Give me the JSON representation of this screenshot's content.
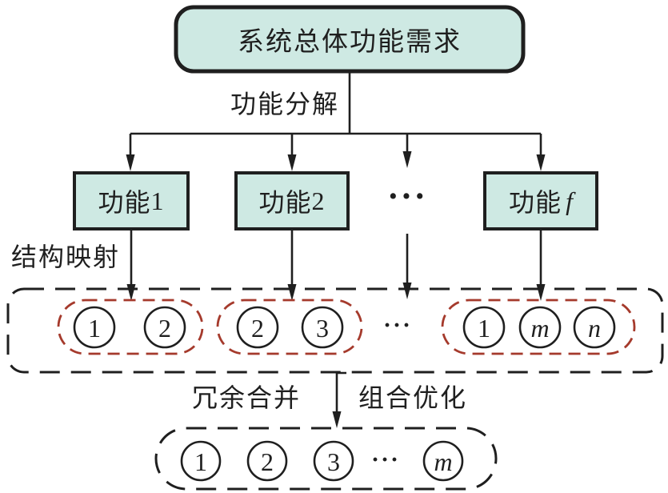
{
  "colors": {
    "ink": "#1f1f1f",
    "box_fill": "#cee9e3",
    "red_dash": "#a53a2c",
    "circle_fill": "#ffffff",
    "canvas_bg": "#ffffff"
  },
  "top_box": {
    "label": "系统总体功能需求"
  },
  "edge_labels": {
    "decompose": "功能分解",
    "mapping": "结构映射",
    "merge": "冗余合并",
    "optimize": "组合优化"
  },
  "function_row": {
    "boxes": [
      {
        "prefix": "功能",
        "suffix": "1"
      },
      {
        "prefix": "功能",
        "suffix": "2"
      },
      {
        "prefix": "功能",
        "suffix": "f"
      }
    ],
    "ellipsis": "···"
  },
  "structure_row": {
    "groups": [
      {
        "circles": [
          "1",
          "2"
        ]
      },
      {
        "circles": [
          "2",
          "3"
        ]
      },
      {
        "circles": [
          "1",
          "m",
          "n"
        ]
      }
    ],
    "ellipsis": "···"
  },
  "result_row": {
    "circles": [
      "1",
      "2",
      "3",
      "m"
    ],
    "ellipsis": "···"
  }
}
